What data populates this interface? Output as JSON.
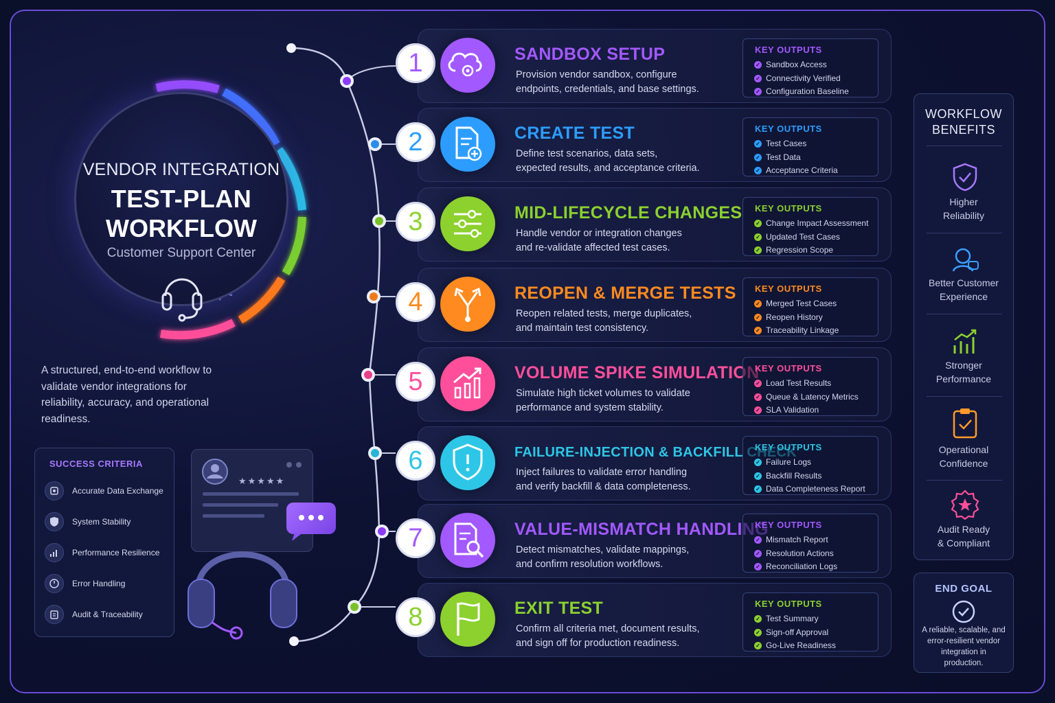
{
  "hero": {
    "line1": "VENDOR INTEGRATION",
    "line2": "TEST-PLAN",
    "line3": "WORKFLOW",
    "subtitle": "Customer Support Center",
    "icon": "headset-icon"
  },
  "intro": "A structured, end-to-end workflow to validate vendor integrations for reliability, accuracy, and operational readiness.",
  "success_criteria": {
    "title": "SUCCESS CRITERIA",
    "items": [
      {
        "label": "Accurate Data Exchange",
        "icon": "data-exchange-icon"
      },
      {
        "label": "System Stability",
        "icon": "shield-icon"
      },
      {
        "label": "Performance Resilience",
        "icon": "performance-icon"
      },
      {
        "label": "Error Handling",
        "icon": "clock-icon"
      },
      {
        "label": "Audit & Traceability",
        "icon": "clipboard-icon"
      }
    ]
  },
  "steps": [
    {
      "num": "1",
      "title": "SANDBOX SETUP",
      "desc1": "Provision vendor sandbox, configure",
      "desc2": "endpoints, credentials, and base settings.",
      "color": "#a259ff",
      "ko_title": "KEY OUTPUTS",
      "outputs": [
        "Sandbox Access",
        "Connectivity Verified",
        "Configuration Baseline"
      ],
      "icon": "cloud-gear-icon"
    },
    {
      "num": "2",
      "title": "CREATE TEST",
      "desc1": "Define test scenarios, data sets,",
      "desc2": "expected results, and acceptance criteria.",
      "color": "#2c9dff",
      "ko_title": "KEY OUTPUTS",
      "outputs": [
        "Test Cases",
        "Test Data",
        "Acceptance Criteria"
      ],
      "icon": "document-add-icon"
    },
    {
      "num": "3",
      "title": "MID-LIFECYCLE CHANGES",
      "desc1": "Handle vendor or integration changes",
      "desc2": "and re-validate affected test cases.",
      "color": "#8cd12e",
      "ko_title": "KEY OUTPUTS",
      "outputs": [
        "Change Impact Assessment",
        "Updated Test Cases",
        "Regression Scope"
      ],
      "icon": "sliders-icon"
    },
    {
      "num": "4",
      "title": "REOPEN & MERGE TESTS",
      "desc1": "Reopen related tests, merge duplicates,",
      "desc2": "and maintain test consistency.",
      "color": "#ff8a1f",
      "ko_title": "KEY OUTPUTS",
      "outputs": [
        "Merged Test Cases",
        "Reopen History",
        "Traceability Linkage"
      ],
      "icon": "merge-icon"
    },
    {
      "num": "5",
      "title": "VOLUME SPIKE SIMULATION",
      "desc1": "Simulate high ticket volumes to validate",
      "desc2": "performance and system stability.",
      "color": "#ff4f9a",
      "ko_title": "KEY OUTPUTS",
      "outputs": [
        "Load Test Results",
        "Queue & Latency Metrics",
        "SLA Validation"
      ],
      "icon": "chart-up-icon"
    },
    {
      "num": "6",
      "title": "FAILURE-INJECTION & BACKFILL CHECK",
      "desc1": "Inject failures to validate error handling",
      "desc2": "and verify backfill & data completeness.",
      "color": "#2ec6e6",
      "ko_title": "KEY OUTPUTS",
      "outputs": [
        "Failure Logs",
        "Backfill Results",
        "Data Completeness Report"
      ],
      "icon": "shield-alert-icon"
    },
    {
      "num": "7",
      "title": "VALUE-MISMATCH HANDLING",
      "desc1": "Detect mismatches, validate mappings,",
      "desc2": "and confirm resolution workflows.",
      "color": "#a259ff",
      "ko_title": "KEY OUTPUTS",
      "outputs": [
        "Mismatch Report",
        "Resolution Actions",
        "Reconciliation Logs"
      ],
      "icon": "document-search-icon"
    },
    {
      "num": "8",
      "title": "EXIT TEST",
      "desc1": "Confirm all criteria met, document results,",
      "desc2": "and sign off for production readiness.",
      "color": "#8cd12e",
      "ko_title": "KEY OUTPUTS",
      "outputs": [
        "Test Summary",
        "Sign-off Approval",
        "Go-Live Readiness"
      ],
      "icon": "flag-icon"
    }
  ],
  "benefits": {
    "title1": "WORKFLOW",
    "title2": "BENEFITS",
    "items": [
      {
        "l1": "Higher",
        "l2": "Reliability",
        "icon": "shield-check-icon",
        "color": "#a779ff"
      },
      {
        "l1": "Better Customer",
        "l2": "Experience",
        "icon": "support-agent-icon",
        "color": "#3aa0ff"
      },
      {
        "l1": "Stronger",
        "l2": "Performance",
        "icon": "growth-chart-icon",
        "color": "#8cd12e"
      },
      {
        "l1": "Operational",
        "l2": "Confidence",
        "icon": "clipboard-check-icon",
        "color": "#ff9a2a"
      },
      {
        "l1": "Audit Ready",
        "l2": "& Compliant",
        "icon": "badge-star-icon",
        "color": "#ff4f9a"
      }
    ]
  },
  "end_goal": {
    "title": "END GOAL",
    "text": "A reliable, scalable, and error-resilient vendor integration in production."
  }
}
